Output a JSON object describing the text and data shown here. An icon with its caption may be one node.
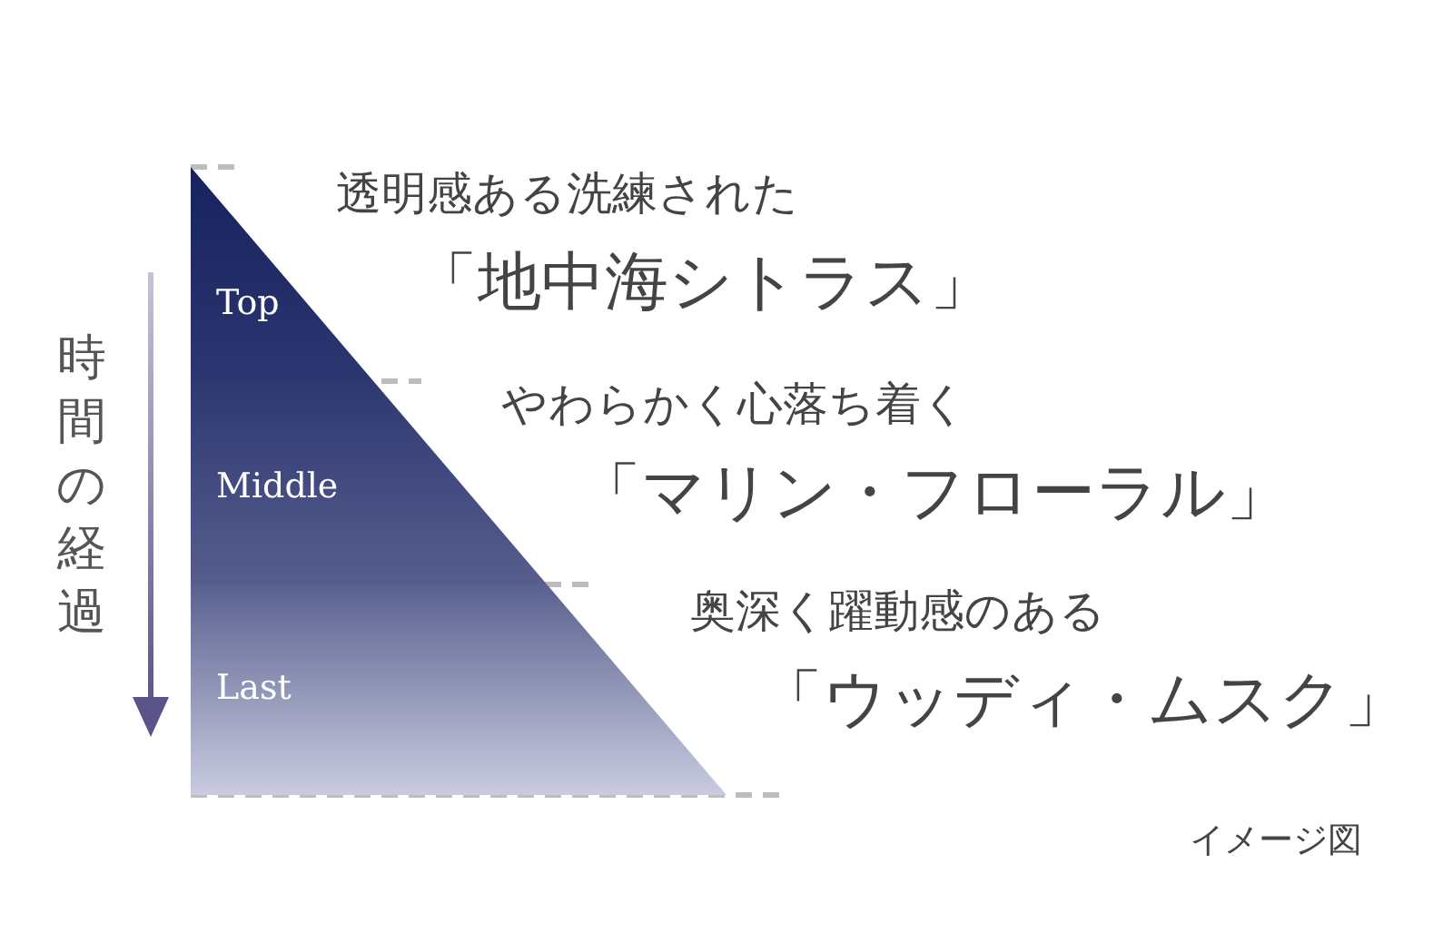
{
  "diagram": {
    "nodes": [
      {
        "text": [
          "Top"
        ],
        "beside": [
          "透明感ある洗練された",
          "「地中海シトラス」"
        ]
      },
      {
        "text": [
          "Middle"
        ],
        "beside": [
          "やわらかく心落ち着く",
          "「マリン・フローラル」"
        ]
      },
      {
        "text": [
          "Last"
        ],
        "beside": [
          "奥深く躍動感のある",
          "「ウッディ・ムスク」"
        ]
      }
    ],
    "edges": [],
    "labels": [
      "時間の経過",
      "イメージ図"
    ]
  }
}
